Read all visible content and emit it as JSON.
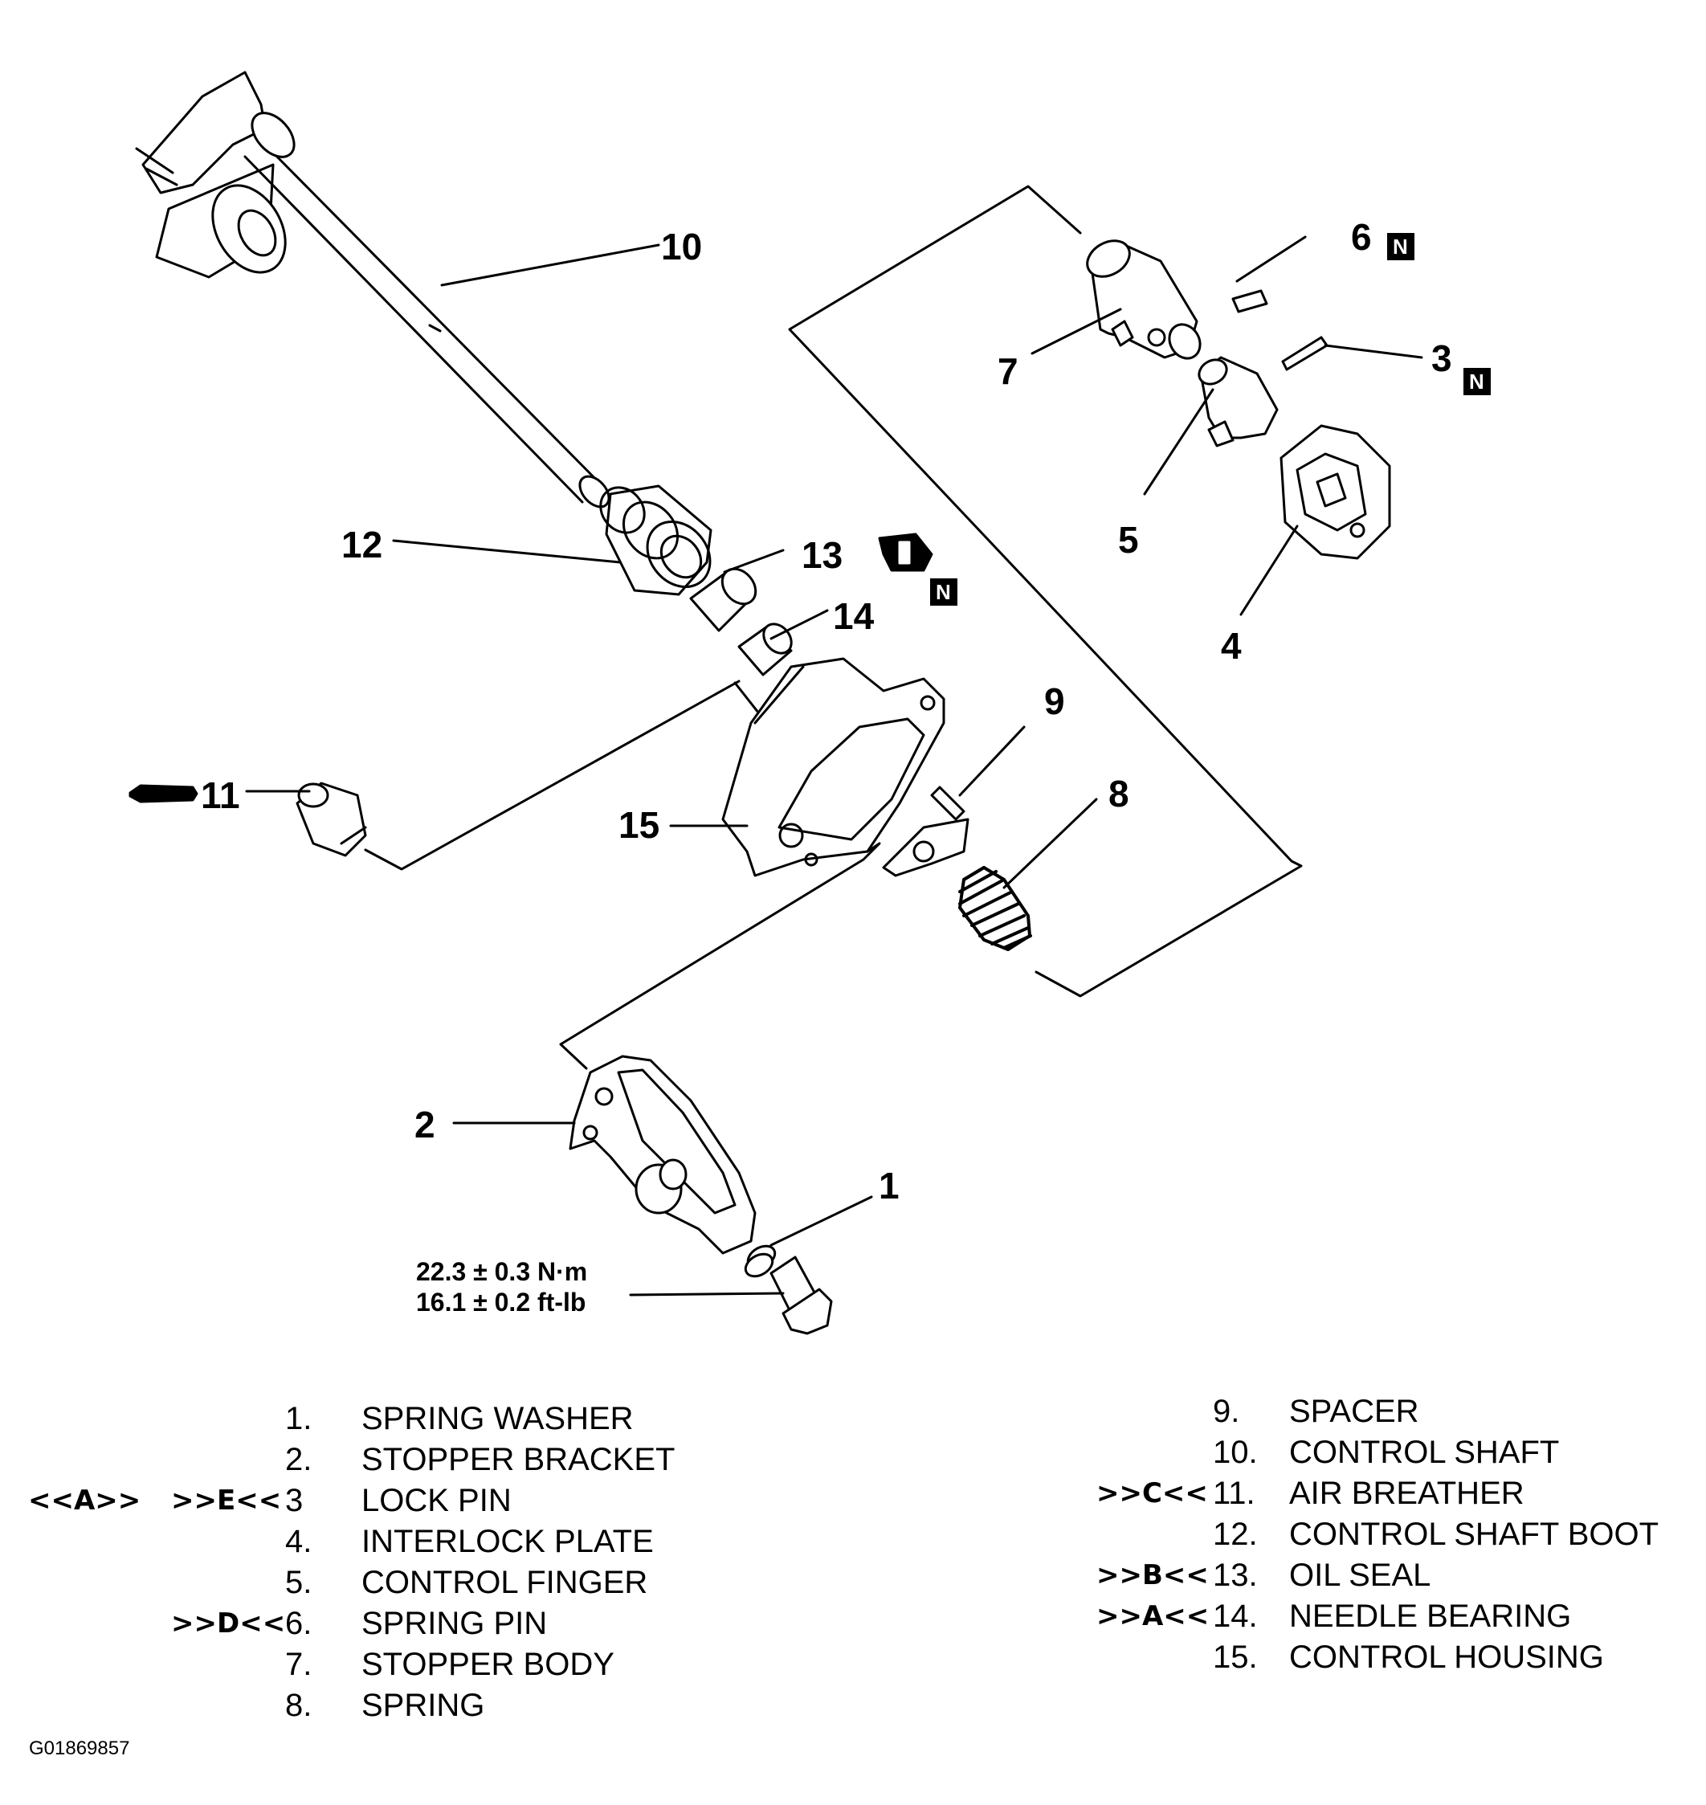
{
  "callouts": {
    "c1": "1",
    "c2": "2",
    "c3": "3",
    "c4": "4",
    "c5": "5",
    "c6": "6",
    "c7": "7",
    "c8": "8",
    "c9": "9",
    "c10": "10",
    "c11": "11",
    "c12": "12",
    "c13": "13",
    "c14": "14",
    "c15": "15"
  },
  "new_part_marker": "N",
  "torque_spec": {
    "metric": "22.3 ± 0.3 N·m",
    "imperial": "16.1 ± 0.2 ft-lb"
  },
  "legend_left": [
    {
      "ref1": "",
      "ref2": "",
      "num": "1.",
      "label": "SPRING WASHER"
    },
    {
      "ref1": "",
      "ref2": "",
      "num": "2.",
      "label": "STOPPER BRACKET"
    },
    {
      "ref1": "<<A>>",
      "ref2": ">>E<<",
      "num": "3",
      "label": "LOCK PIN"
    },
    {
      "ref1": "",
      "ref2": "",
      "num": "4.",
      "label": "INTERLOCK PLATE"
    },
    {
      "ref1": "",
      "ref2": "",
      "num": "5.",
      "label": "CONTROL FINGER"
    },
    {
      "ref1": "",
      "ref2": ">>D<<",
      "num": "6.",
      "label": "SPRING PIN"
    },
    {
      "ref1": "",
      "ref2": "",
      "num": "7.",
      "label": "STOPPER BODY"
    },
    {
      "ref1": "",
      "ref2": "",
      "num": "8.",
      "label": "SPRING"
    }
  ],
  "legend_right": [
    {
      "ref": "",
      "num": "9.",
      "label": "SPACER"
    },
    {
      "ref": "",
      "num": "10.",
      "label": "CONTROL SHAFT"
    },
    {
      "ref": ">>C<<",
      "num": "11.",
      "label": "AIR BREATHER"
    },
    {
      "ref": "",
      "num": "12.",
      "label": "CONTROL SHAFT BOOT"
    },
    {
      "ref": ">>B<<",
      "num": "13.",
      "label": "OIL SEAL"
    },
    {
      "ref": ">>A<<",
      "num": "14.",
      "label": "NEEDLE BEARING"
    },
    {
      "ref": "",
      "num": "15.",
      "label": "CONTROL HOUSING"
    }
  ],
  "figure_id": "G01869857"
}
